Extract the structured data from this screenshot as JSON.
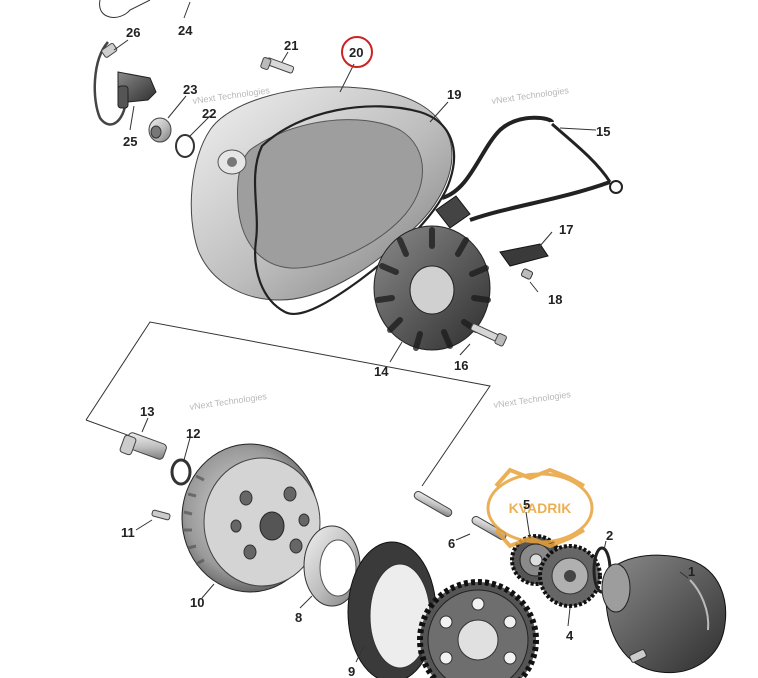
{
  "callouts": {
    "c1": "1",
    "c2": "2",
    "c4": "4",
    "c5": "5",
    "c6": "6",
    "c8": "8",
    "c9": "9",
    "c10": "10",
    "c11": "11",
    "c12": "12",
    "c13": "13",
    "c14": "14",
    "c15": "15",
    "c16": "16",
    "c17": "17",
    "c18": "18",
    "c19": "19",
    "c20": "20",
    "c21": "21",
    "c22": "22",
    "c23": "23",
    "c24": "24",
    "c25": "25",
    "c26": "26"
  },
  "highlight": {
    "part": "20",
    "color": "#cc2222"
  },
  "watermarks": {
    "wm1": "vNext Technologies",
    "wm2": "vNext Technologies",
    "wm3": "vNext Technologies",
    "wm4": "vNext Technologies"
  },
  "logo": {
    "name": "KVADRIK",
    "color": "#e8a33a"
  }
}
